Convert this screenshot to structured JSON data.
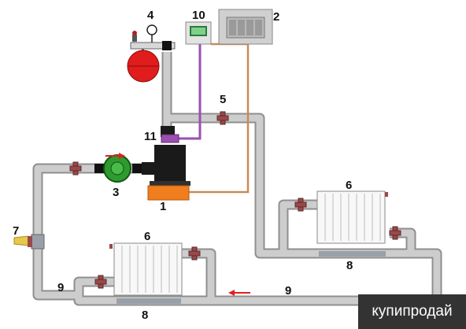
{
  "labels": {
    "boiler": "1",
    "controller": "2",
    "pump": "3",
    "expansion_tank": "4",
    "air_vent": "5",
    "radiator_right": "6",
    "radiator_left": "6",
    "drain_valve": "7",
    "bypass_right": "8",
    "bypass_bottom": "8",
    "pipe_left": "9",
    "pipe_bottom": "9",
    "thermostat": "10",
    "sensor": "11"
  },
  "watermark": "купипродай",
  "colors": {
    "pipe": "#c8c8c8",
    "pipe_edge": "#8f8f8f",
    "boiler_body": "#1a1a1a",
    "boiler_base": "#f07d1e",
    "tank": "#e01c1c",
    "pump": "#2e9b2e",
    "valve": "#9a4848",
    "sensor_wire": "#9b4fb0",
    "control_wire": "#c98a55",
    "flow_arrow": "#e02020",
    "drain_valve": "#e8c84a"
  }
}
